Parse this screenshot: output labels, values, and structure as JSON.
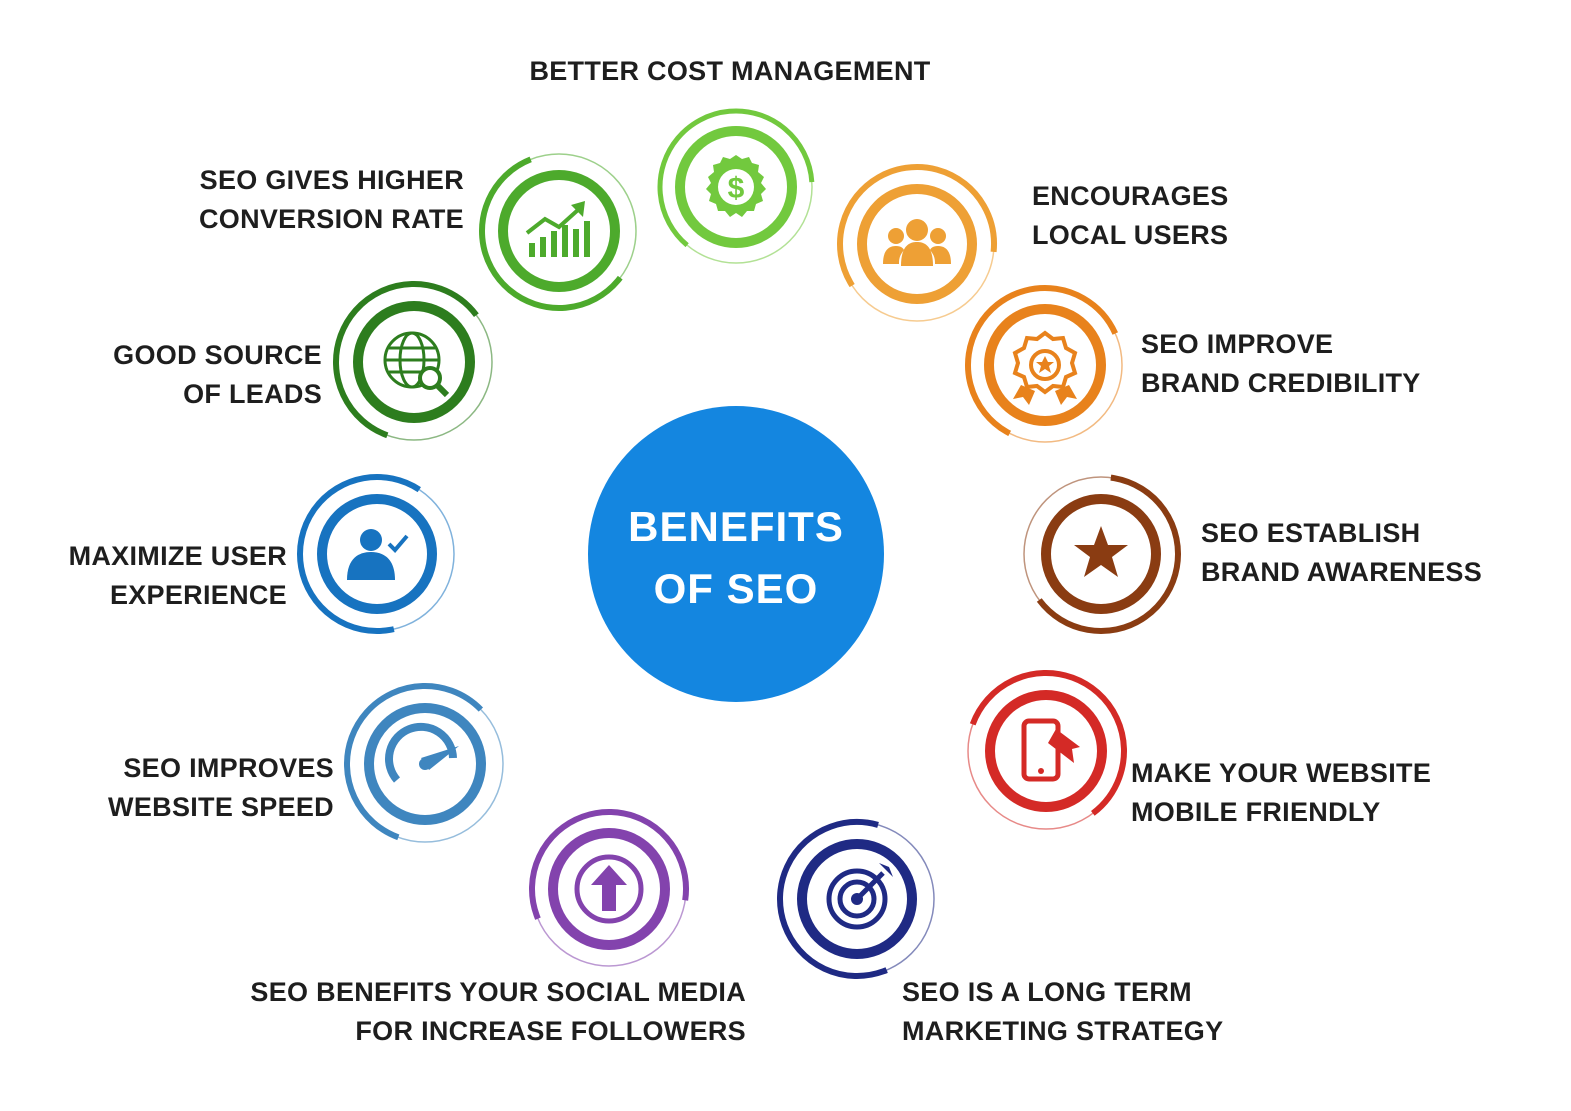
{
  "hub": {
    "line1": "BENEFITS",
    "line2": "OF SEO",
    "color": "#1486e0"
  },
  "benefits": [
    {
      "lines": [
        "BETTER COST MANAGEMENT"
      ],
      "icon": "dollar-gear-icon",
      "color": "#72c93e"
    },
    {
      "lines": [
        "SEO GIVES HIGHER",
        "CONVERSION RATE"
      ],
      "icon": "growth-chart-icon",
      "color": "#4daa2c"
    },
    {
      "lines": [
        "GOOD SOURCE",
        "OF LEADS"
      ],
      "icon": "globe-search-icon",
      "color": "#2d7d1e"
    },
    {
      "lines": [
        "MAXIMIZE USER",
        "EXPERIENCE"
      ],
      "icon": "user-check-icon",
      "color": "#1773c0"
    },
    {
      "lines": [
        "SEO IMPROVES",
        "WEBSITE SPEED"
      ],
      "icon": "speedometer-icon",
      "color": "#3f86bf"
    },
    {
      "lines": [
        "SEO BENEFITS YOUR SOCIAL MEDIA",
        "FOR INCREASE FOLLOWERS"
      ],
      "icon": "arrow-up-icon",
      "color": "#8343ad"
    },
    {
      "lines": [
        "SEO IS A LONG TERM",
        "MARKETING STRATEGY"
      ],
      "icon": "target-icon",
      "color": "#1f2a84"
    },
    {
      "lines": [
        "MAKE YOUR WEBSITE",
        "MOBILE FRIENDLY"
      ],
      "icon": "mobile-phone-icon",
      "color": "#d42a26"
    },
    {
      "lines": [
        "SEO ESTABLISH",
        "BRAND AWARENESS"
      ],
      "icon": "star-icon",
      "color": "#8a3c12"
    },
    {
      "lines": [
        "SEO IMPROVE",
        "BRAND CREDIBILITY"
      ],
      "icon": "award-badge-icon",
      "color": "#e8821c"
    },
    {
      "lines": [
        "ENCOURAGES",
        "LOCAL USERS"
      ],
      "icon": "users-group-icon",
      "color": "#eea035"
    }
  ]
}
